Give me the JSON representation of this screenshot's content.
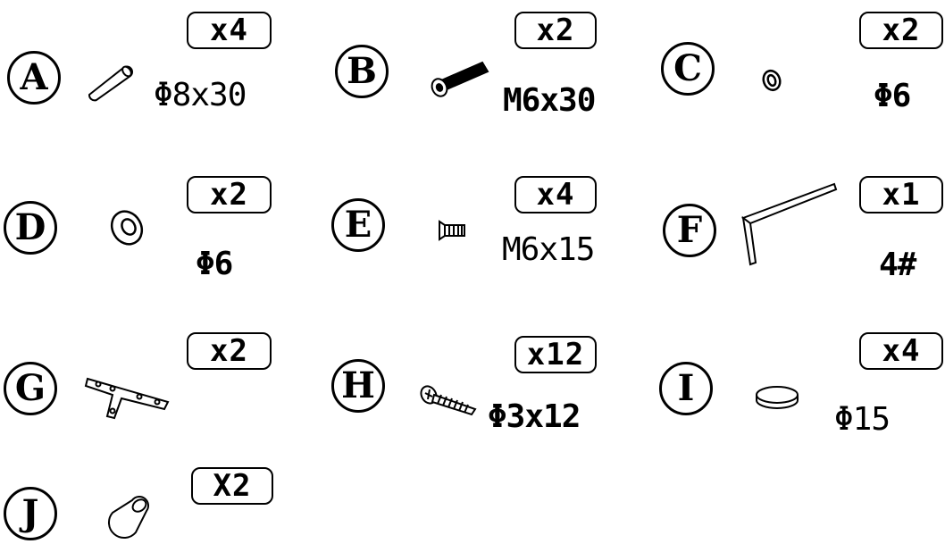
{
  "parts": [
    {
      "letter": "A",
      "qty": "x4",
      "spec": "Φ8x30",
      "icon": "dowel-pin-icon"
    },
    {
      "letter": "B",
      "qty": "x2",
      "spec": "M6x30",
      "icon": "hex-socket-bolt-icon"
    },
    {
      "letter": "C",
      "qty": "x2",
      "spec": "Φ6",
      "icon": "spring-washer-icon"
    },
    {
      "letter": "D",
      "qty": "x2",
      "spec": "Φ6",
      "icon": "flat-washer-icon"
    },
    {
      "letter": "E",
      "qty": "x4",
      "spec": "M6x15",
      "icon": "flat-head-screw-icon"
    },
    {
      "letter": "F",
      "qty": "x1",
      "spec": "4#",
      "icon": "allen-key-icon"
    },
    {
      "letter": "G",
      "qty": "x2",
      "spec": "",
      "icon": "t-plate-bracket-icon"
    },
    {
      "letter": "H",
      "qty": "x12",
      "spec": "Φ3x12",
      "icon": "phillips-screw-icon"
    },
    {
      "letter": "I",
      "qty": "x4",
      "spec": "Φ15",
      "icon": "felt-pad-icon"
    },
    {
      "letter": "J",
      "qty": "X2",
      "spec": "",
      "icon": "leg-cap-icon"
    }
  ]
}
